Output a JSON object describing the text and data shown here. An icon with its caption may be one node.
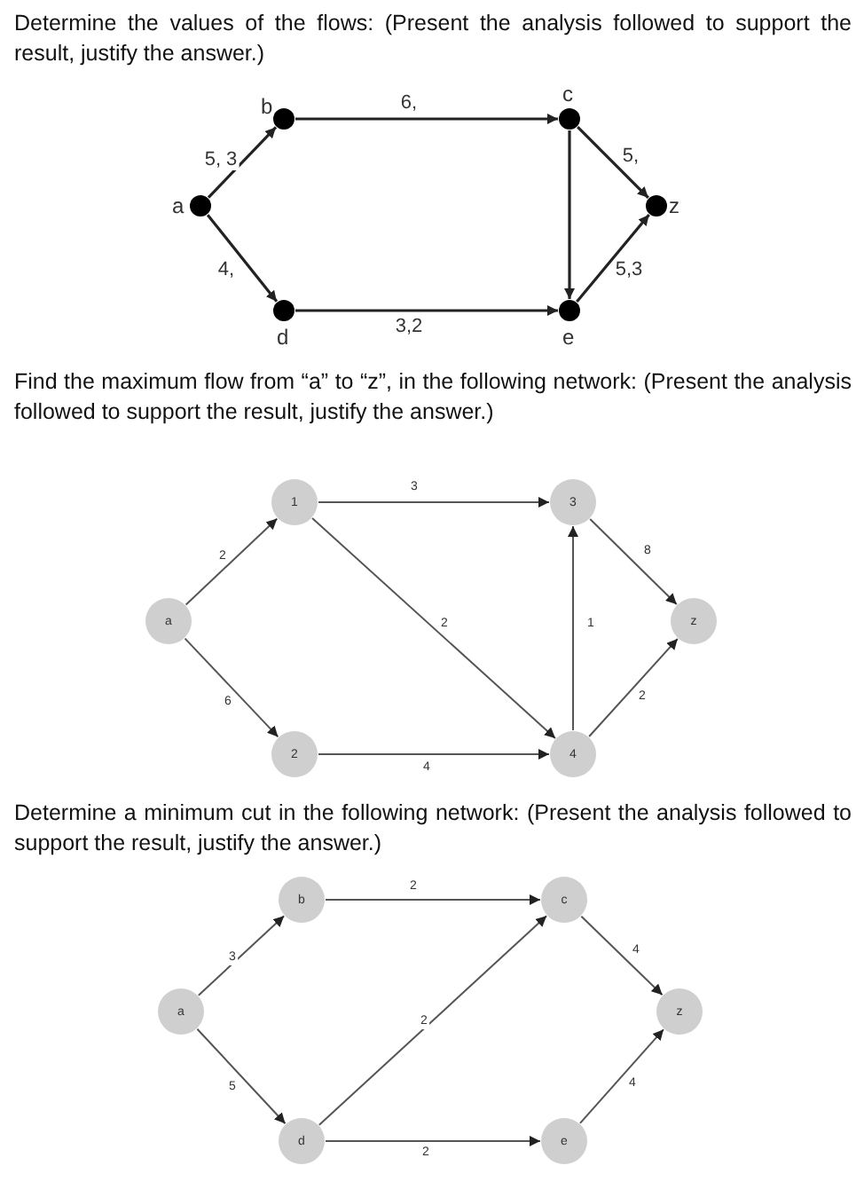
{
  "diagram": {
    "nodes": [
      {
        "text": [],
        "shape": "circle",
        "beside": [
          "a"
        ]
      },
      {
        "text": [],
        "shape": "circle",
        "beside": [
          "b"
        ]
      },
      {
        "text": [],
        "shape": "circle",
        "beside": [
          "c"
        ]
      },
      {
        "text": [],
        "shape": "circle",
        "beside": [
          "z"
        ]
      },
      {
        "text": [],
        "shape": "circle",
        "beside": [
          "d"
        ]
      },
      {
        "text": [],
        "shape": "circle",
        "beside": [
          "e"
        ]
      },
      {
        "text": [
          "a"
        ]
      },
      {
        "text": [
          "1"
        ]
      },
      {
        "text": [
          "3"
        ]
      },
      {
        "text": [
          "z"
        ]
      },
      {
        "text": [
          "2"
        ]
      },
      {
        "text": [
          "4"
        ]
      },
      {
        "text": [
          "a"
        ]
      },
      {
        "text": [
          "b"
        ]
      },
      {
        "text": [
          "c"
        ]
      },
      {
        "text": [
          "z"
        ]
      },
      {
        "text": [
          "d"
        ]
      },
      {
        "text": [
          "e"
        ]
      }
    ],
    "edges": [
      {
        "from": 0,
        "to": 1,
        "arrow": "to",
        "label": "5, 3"
      },
      {
        "from": 1,
        "to": 2,
        "arrow": "to",
        "label": "6,"
      },
      {
        "from": 2,
        "to": 3,
        "arrow": "to",
        "label": "5,"
      },
      {
        "from": 0,
        "to": 4,
        "arrow": "to",
        "label": "4,"
      },
      {
        "from": 4,
        "to": 5,
        "arrow": "to",
        "label": "3,2"
      },
      {
        "from": 2,
        "to": 5,
        "arrow": "to"
      },
      {
        "from": 5,
        "to": 3,
        "arrow": "to",
        "label": "5,3"
      },
      {
        "from": 6,
        "to": 7,
        "arrow": "to",
        "label": "2"
      },
      {
        "from": 6,
        "to": 10,
        "arrow": "to",
        "label": "6"
      },
      {
        "from": 7,
        "to": 8,
        "arrow": "to",
        "label": "3"
      },
      {
        "from": 7,
        "to": 11,
        "arrow": "to",
        "label": "2"
      },
      {
        "from": 10,
        "to": 11,
        "arrow": "to",
        "label": "4"
      },
      {
        "from": 11,
        "to": 8,
        "arrow": "to",
        "label": "1"
      },
      {
        "from": 8,
        "to": 9,
        "arrow": "to",
        "label": "8"
      },
      {
        "from": 11,
        "to": 9,
        "arrow": "to",
        "label": "2"
      },
      {
        "from": 12,
        "to": 13,
        "arrow": "to",
        "label": "3"
      },
      {
        "from": 12,
        "to": 16,
        "arrow": "to",
        "label": "5"
      },
      {
        "from": 13,
        "to": 14,
        "arrow": "to",
        "label": "2"
      },
      {
        "from": 16,
        "to": 14,
        "arrow": "to",
        "label": "2"
      },
      {
        "from": 16,
        "to": 17,
        "arrow": "to",
        "label": "2"
      },
      {
        "from": 14,
        "to": 15,
        "arrow": "to",
        "label": "4"
      },
      {
        "from": 17,
        "to": 15,
        "arrow": "to",
        "label": "4"
      }
    ],
    "labels": [
      "Determine the values of the flows: (Present the analysis followed to support the result, justify the answer.)",
      "Find the maximum flow from “a” to “z”, in the following network: (Present the analysis followed to support the result, justify the answer.)",
      "Determine a minimum cut in the following network: (Present the analysis followed to support the result, justify the answer.)"
    ]
  }
}
